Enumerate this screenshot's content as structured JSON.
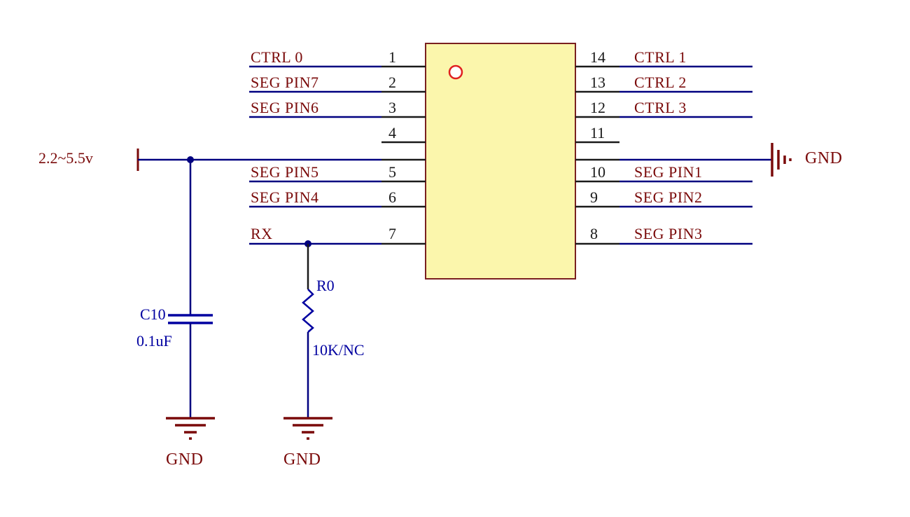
{
  "diagram_type": "circuit-schematic",
  "power": {
    "label": "2.2~5.5v"
  },
  "ic": {
    "left_pins": [
      {
        "num": "1",
        "net": "CTRL 0"
      },
      {
        "num": "2",
        "net": "SEG PIN7"
      },
      {
        "num": "3",
        "net": "SEG PIN6"
      },
      {
        "num": "4",
        "net": ""
      },
      {
        "num": "5",
        "net": "SEG PIN5"
      },
      {
        "num": "6",
        "net": "SEG PIN4"
      },
      {
        "num": "7",
        "net": "RX"
      }
    ],
    "right_pins": [
      {
        "num": "14",
        "net": "CTRL 1"
      },
      {
        "num": "13",
        "net": "CTRL 2"
      },
      {
        "num": "12",
        "net": "CTRL 3"
      },
      {
        "num": "11",
        "net": ""
      },
      {
        "num": "10",
        "net": "SEG PIN1"
      },
      {
        "num": "9",
        "net": "SEG PIN2"
      },
      {
        "num": "8",
        "net": "SEG PIN3"
      }
    ]
  },
  "components": {
    "capacitor": {
      "designator": "C10",
      "value": "0.1uF"
    },
    "resistor": {
      "designator": "R0",
      "value": "10K/NC"
    }
  },
  "grounds": {
    "capacitor_gnd": "GND",
    "resistor_gnd": "GND",
    "ic_right_gnd": "GND"
  },
  "colors": {
    "wire": "#000080",
    "pin_stub": "#1a1a1a",
    "net_label": "#7a0a0a",
    "component_label": "#0000a0",
    "ground_symbol": "#7a0a0a",
    "ic_fill": "#fbf6ac",
    "ic_border": "#7a2020",
    "pin1_marker": "#e02020",
    "background": "#ffffff"
  }
}
